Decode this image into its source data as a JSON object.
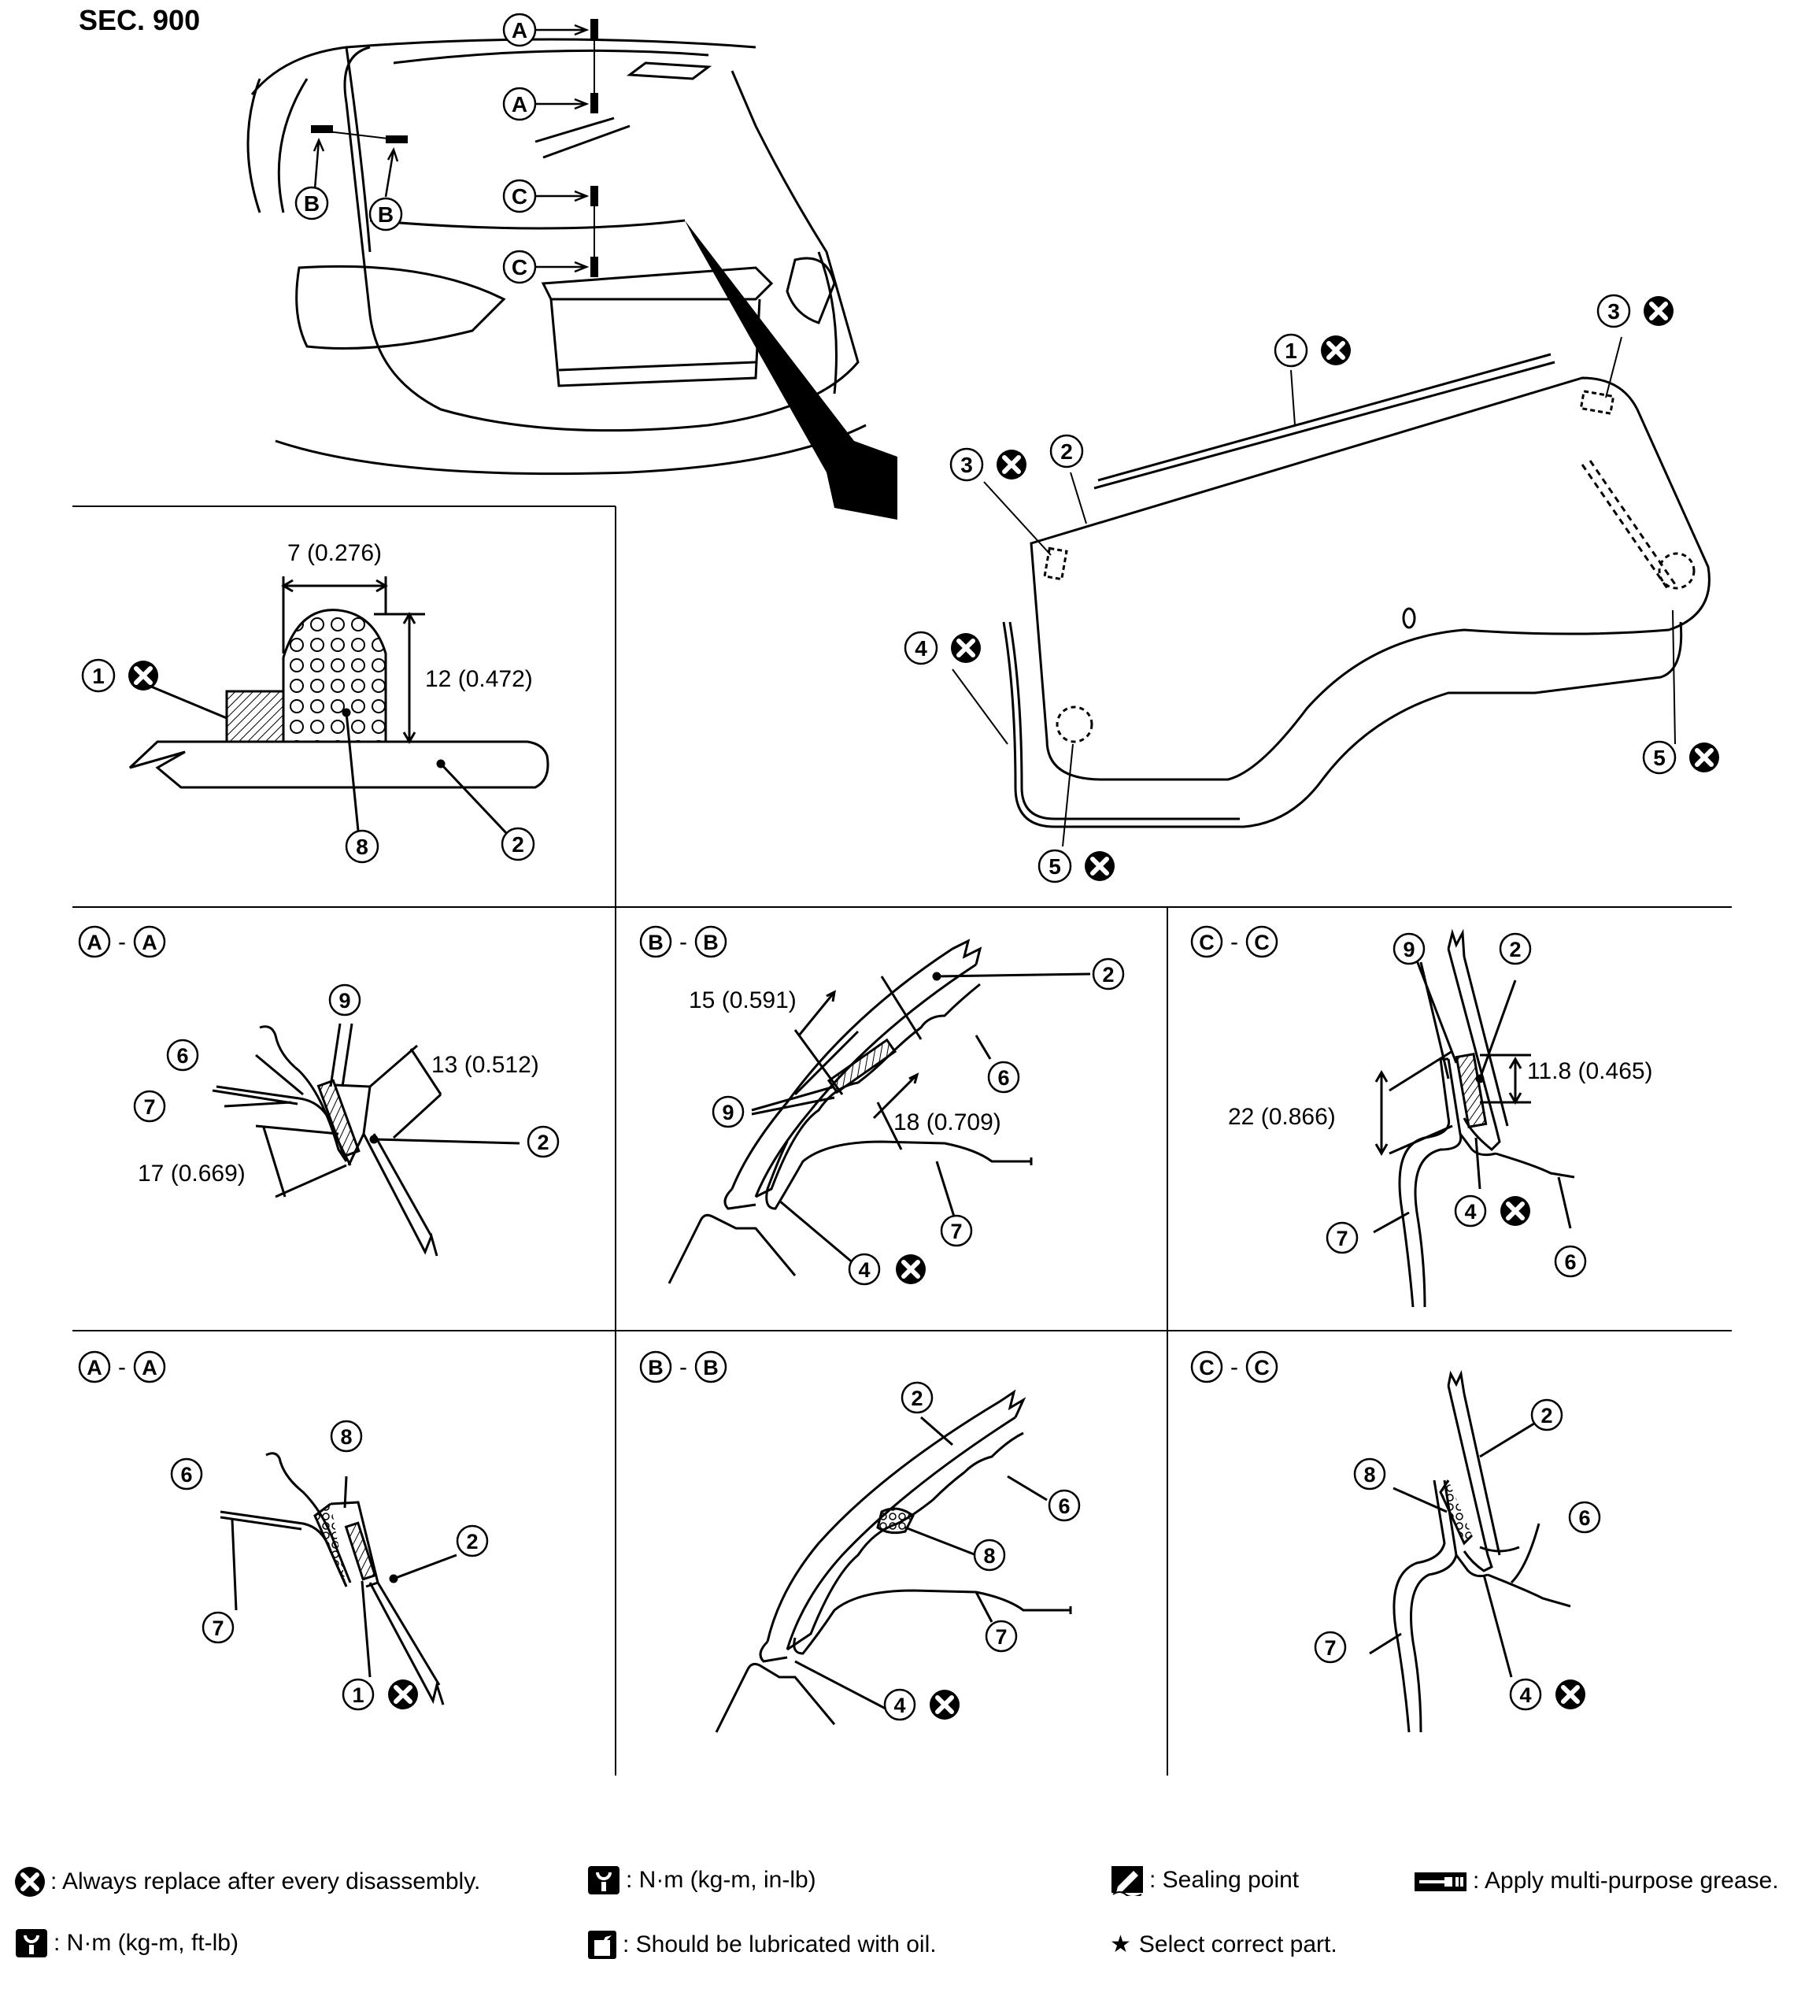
{
  "section_label": "SEC. 900",
  "callouts": {
    "n1": "1",
    "n2": "2",
    "n3": "3",
    "n4": "4",
    "n5": "5",
    "n6": "6",
    "n7": "7",
    "n8": "8",
    "n9": "9",
    "A": "A",
    "B": "B",
    "C": "C"
  },
  "dimensions": {
    "detail_width": "7 (0.276)",
    "detail_height": "12 (0.472)",
    "aa_upper": "13 (0.512)",
    "aa_lower": "17 (0.669)",
    "bb_upper": "15 (0.591)",
    "bb_lower": "18 (0.709)",
    "cc_right": "11.8 (0.465)",
    "cc_left": "22 (0.866)"
  },
  "section_titles": [
    "A-A",
    "B-B",
    "C-C"
  ],
  "legend": {
    "always_replace": ": Always replace after every disassembly.",
    "torque_ft_lb": ": N·m (kg-m, ft-lb)",
    "torque_in_lb": ": N·m (kg-m, in-lb)",
    "lubricate_oil": ": Should be lubricated with oil.",
    "sealing_point": ": Sealing point",
    "select_part": "Select correct part.",
    "select_part_symbol": "★",
    "grease": ": Apply multi-purpose grease."
  },
  "colors": {
    "line": "#000000",
    "background": "#ffffff"
  }
}
